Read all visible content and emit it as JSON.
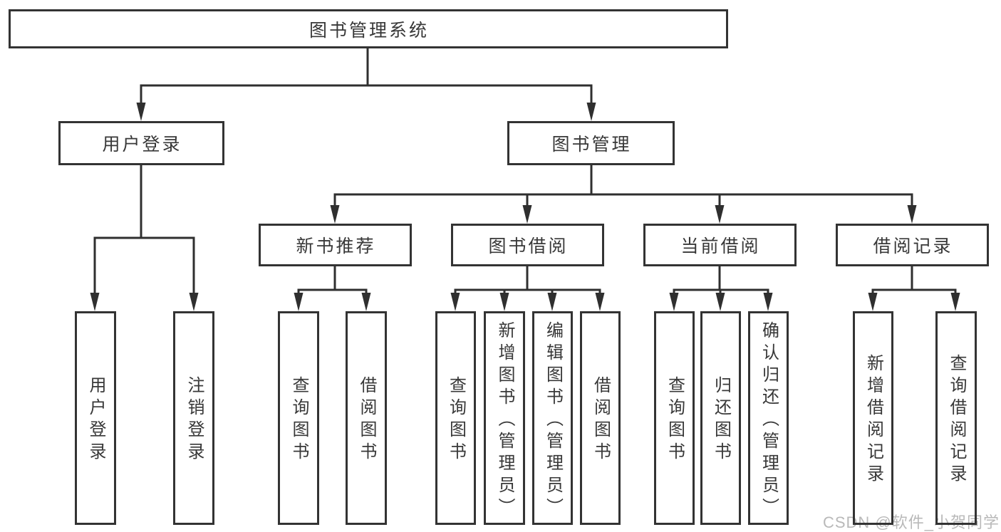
{
  "colors": {
    "background": "#ffffff",
    "line": "#2f2f2f",
    "box_border": "#333333",
    "box_fill": "#ffffff",
    "text": "#383838",
    "watermark": "#b9b9b9"
  },
  "nodes": {
    "root": {
      "label": "图书管理系统"
    },
    "userLogin": {
      "label": "用户登录"
    },
    "bookMgmt": {
      "label": "图书管理"
    },
    "newBooks": {
      "label": "新书推荐"
    },
    "bookBorrow": {
      "label": "图书借阅"
    },
    "currentBorrow": {
      "label": "当前借阅"
    },
    "borrowRecords": {
      "label": "借阅记录"
    },
    "leafUlLogin": {
      "label": "用户登录"
    },
    "leafUlLogout": {
      "label": "注销登录"
    },
    "leafNbQuery": {
      "label": "查询图书"
    },
    "leafNbBorrow": {
      "label": "借阅图书"
    },
    "leafBbQuery": {
      "label": "查询图书"
    },
    "leafBbAdd": {
      "label": "新增图书（管理员）"
    },
    "leafBbEdit": {
      "label": "编辑图书（管理员）"
    },
    "leafBbBorrow": {
      "label": "借阅图书"
    },
    "leafCbQuery": {
      "label": "查询图书"
    },
    "leafCbReturn": {
      "label": "归还图书"
    },
    "leafCbConfirm": {
      "label": "确认归还（管理员）"
    },
    "leafBrAdd": {
      "label": "新增借阅记录"
    },
    "leafBrQuery": {
      "label": "查询借阅记录"
    }
  },
  "tree": {
    "图书管理系统": {
      "用户登录": [
        "用户登录",
        "注销登录"
      ],
      "图书管理": {
        "新书推荐": [
          "查询图书",
          "借阅图书"
        ],
        "图书借阅": [
          "查询图书",
          "新增图书（管理员）",
          "编辑图书（管理员）",
          "借阅图书"
        ],
        "当前借阅": [
          "查询图书",
          "归还图书",
          "确认归还（管理员）"
        ],
        "借阅记录": [
          "新增借阅记录",
          "查询借阅记录"
        ]
      }
    }
  },
  "watermark": {
    "text": "CSDN @软件_小贺同学"
  }
}
